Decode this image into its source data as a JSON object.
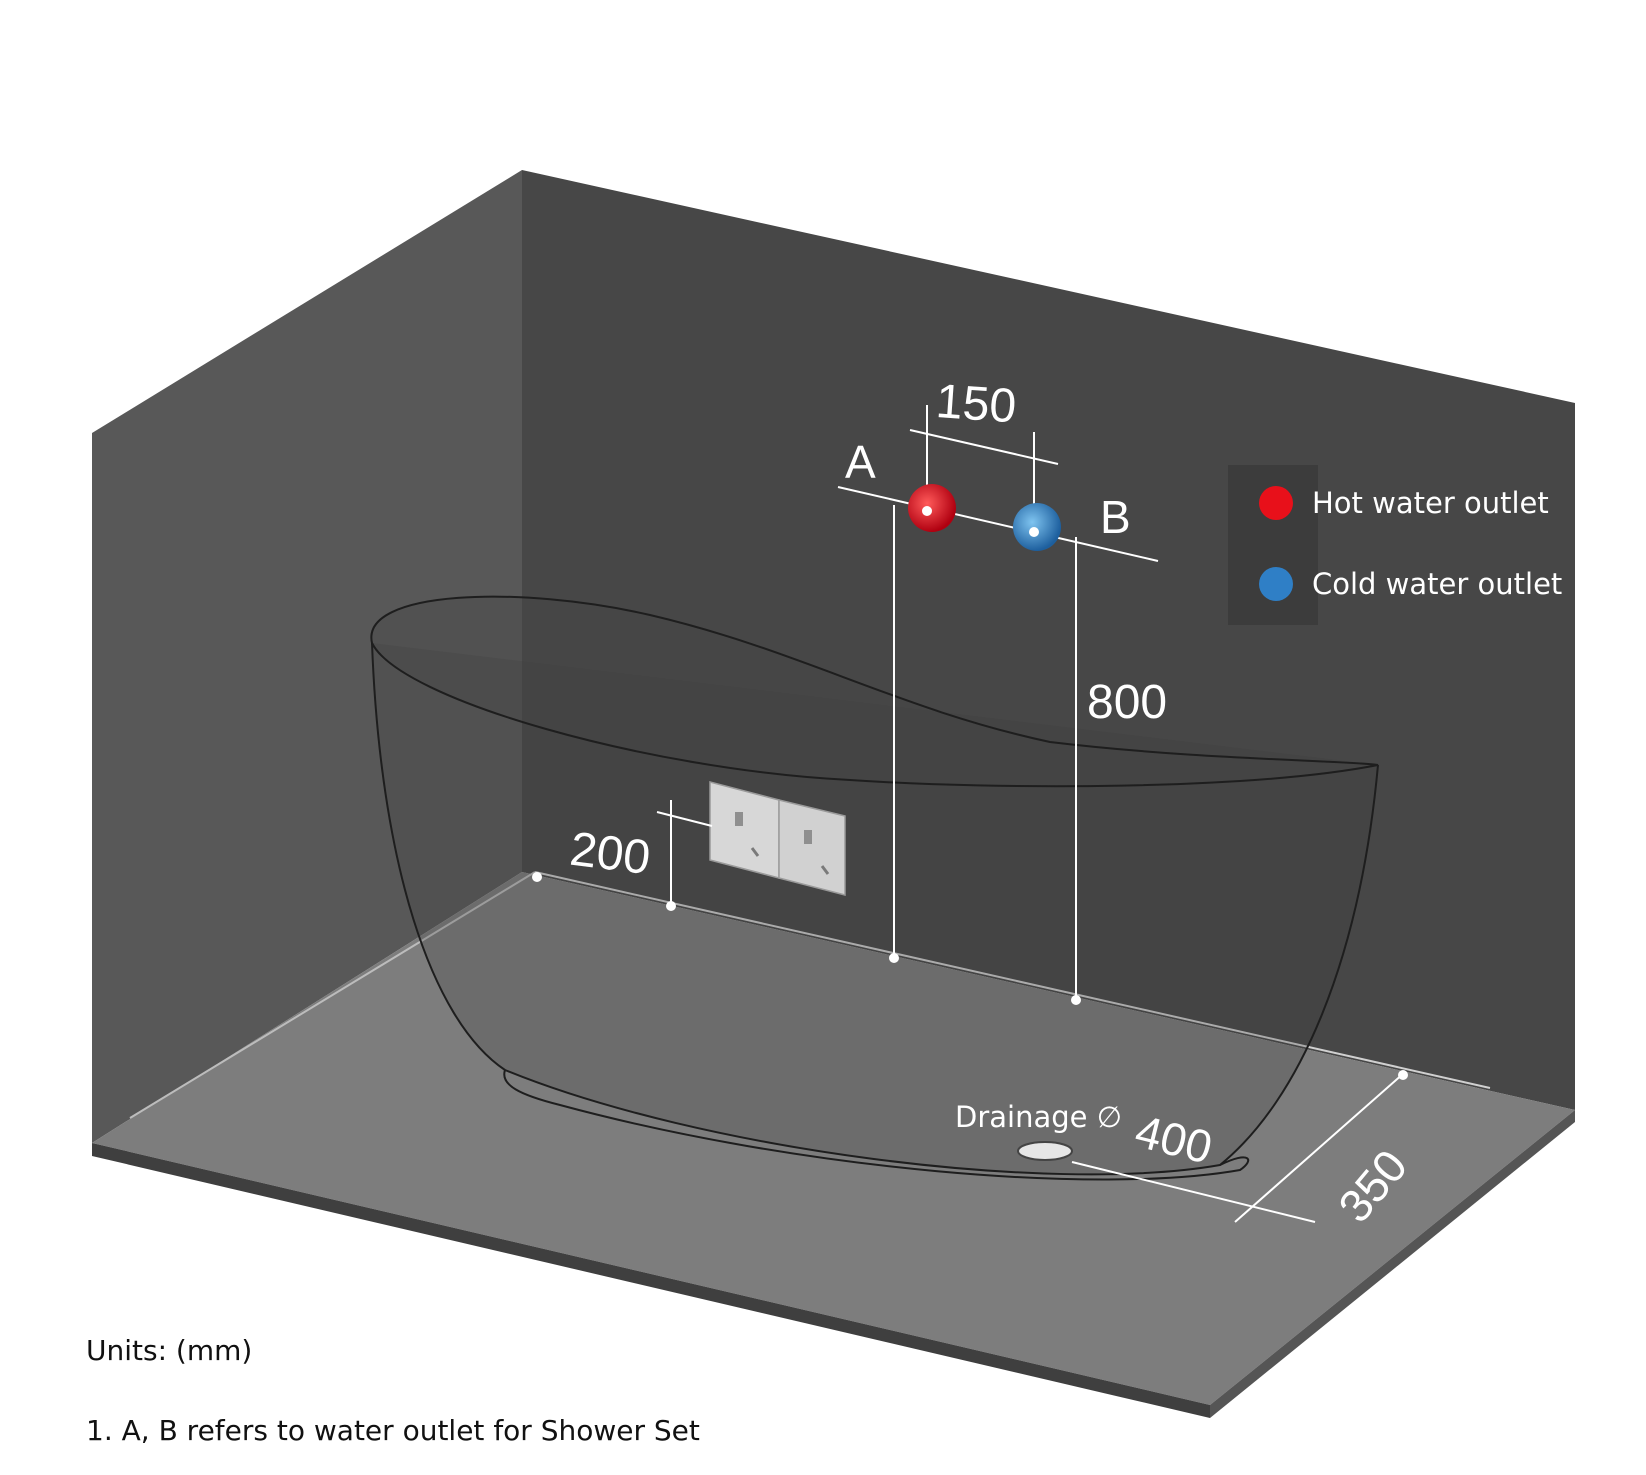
{
  "diagram": {
    "labels": {
      "a": "A",
      "b": "B",
      "dim_150": "150",
      "dim_800": "800",
      "dim_200": "200",
      "dim_400": "400",
      "dim_350": "350",
      "drainage": "Drainage ∅"
    },
    "legend": {
      "hot": "Hot water outlet",
      "cold": "Cold water outlet",
      "hot_color": "#e8101a",
      "cold_color": "#2f7fc6"
    },
    "colors": {
      "back_wall": "#474747",
      "side_wall": "#585858",
      "floor": "#7d7d7d",
      "floor_edge": "#4a4a4a"
    }
  },
  "notes": {
    "units": "Units: (mm)",
    "note1": "1. A, B refers to water outlet for Shower Set"
  }
}
